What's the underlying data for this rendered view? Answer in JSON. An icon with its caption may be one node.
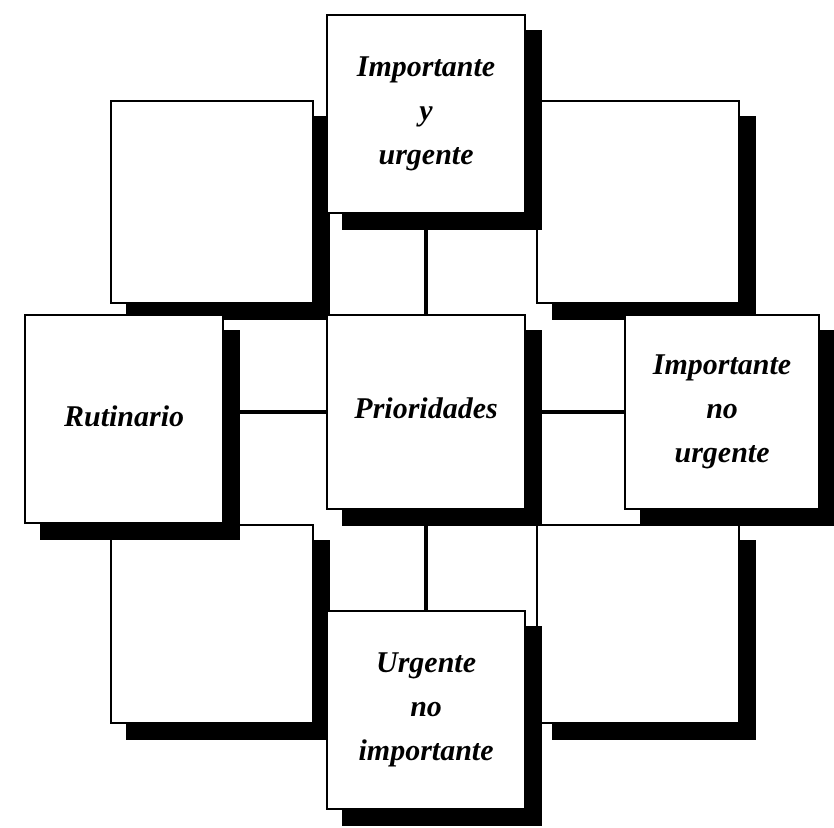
{
  "diagram": {
    "nodes": [
      {
        "text": [
          "Importante y urgente"
        ]
      },
      {
        "text": [],
        "shape": "box"
      },
      {
        "text": [],
        "shape": "box"
      },
      {
        "text": [
          "Rutinario"
        ]
      },
      {
        "text": [
          "Prioridades"
        ]
      },
      {
        "text": [
          "Importante no urgente"
        ]
      },
      {
        "text": [],
        "shape": "box"
      },
      {
        "text": [],
        "shape": "box"
      },
      {
        "text": [
          "Urgente no importante"
        ]
      }
    ],
    "edges": [
      {
        "from": 4,
        "to": 0,
        "arrow": "none"
      },
      {
        "from": 4,
        "to": 3,
        "arrow": "none"
      },
      {
        "from": 4,
        "to": 5,
        "arrow": "none"
      },
      {
        "from": 4,
        "to": 8,
        "arrow": "none"
      }
    ]
  }
}
